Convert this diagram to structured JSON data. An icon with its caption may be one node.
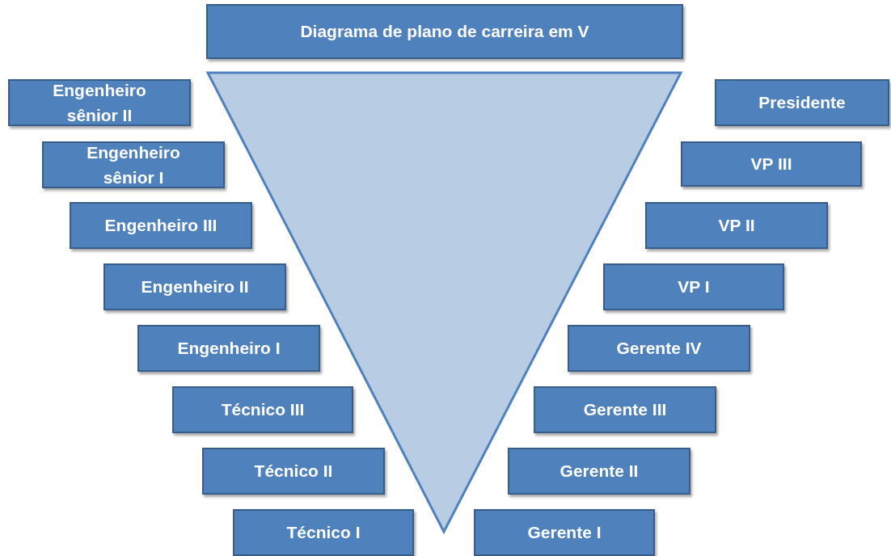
{
  "diagram": {
    "title": "Diagrama de plano de carreira em V",
    "nodes": [
      {
        "text": [
          "Engenheiro sênior II"
        ]
      },
      {
        "text": [
          "Presidente"
        ]
      },
      {
        "text": [
          "Engenheiro sênior I"
        ]
      },
      {
        "text": [
          "VP III"
        ]
      },
      {
        "text": [
          "Engenheiro III"
        ]
      },
      {
        "text": [
          "VP II"
        ]
      },
      {
        "text": [
          "Engenheiro II"
        ]
      },
      {
        "text": [
          "VP I"
        ]
      },
      {
        "text": [
          "Engenheiro I"
        ]
      },
      {
        "text": [
          "Gerente IV"
        ]
      },
      {
        "text": [
          "Técnico III"
        ]
      },
      {
        "text": [
          "Gerente III"
        ]
      },
      {
        "text": [
          "Técnico II"
        ]
      },
      {
        "text": [
          "Gerente II"
        ]
      },
      {
        "text": [
          "Técnico I"
        ]
      },
      {
        "text": [
          "Gerente I"
        ]
      }
    ],
    "edges": []
  }
}
